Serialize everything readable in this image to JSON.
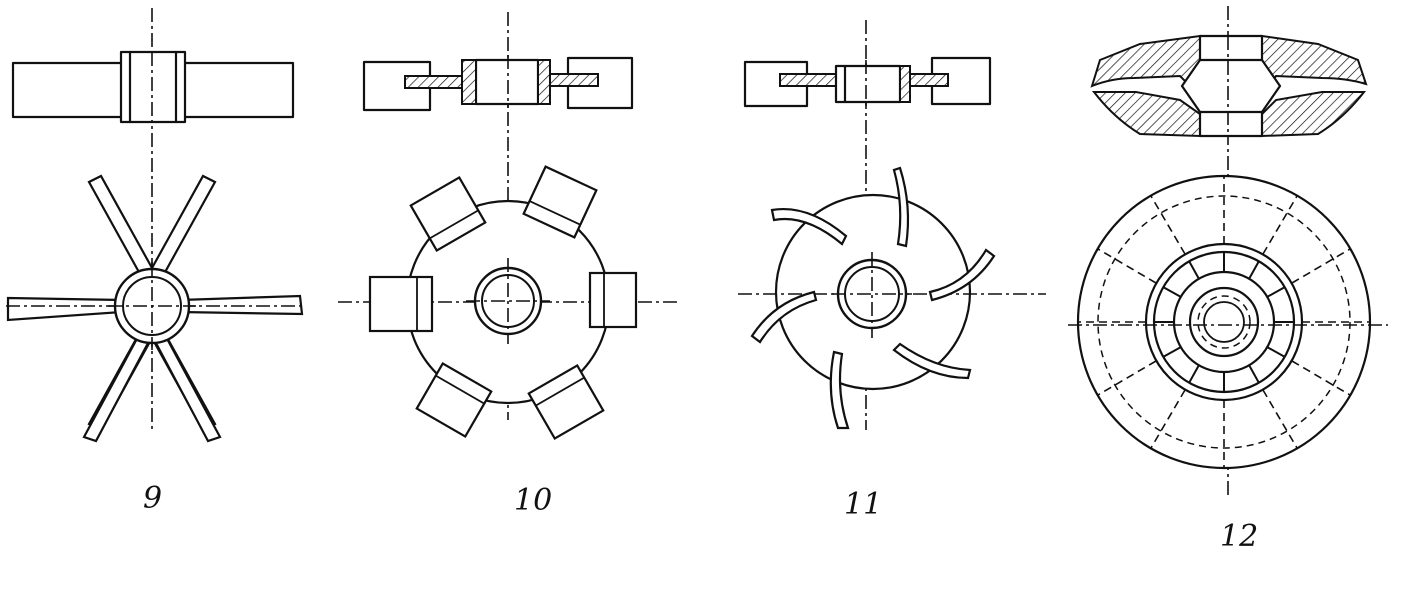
{
  "figures": [
    {
      "label": "9",
      "icon": "six-blade-paddle-stirrer-icon"
    },
    {
      "label": "10",
      "icon": "six-square-blade-disc-turbine-icon"
    },
    {
      "label": "11",
      "icon": "six-curved-blade-disc-turbine-icon"
    },
    {
      "label": "12",
      "icon": "radial-vane-closed-turbine-icon"
    }
  ]
}
